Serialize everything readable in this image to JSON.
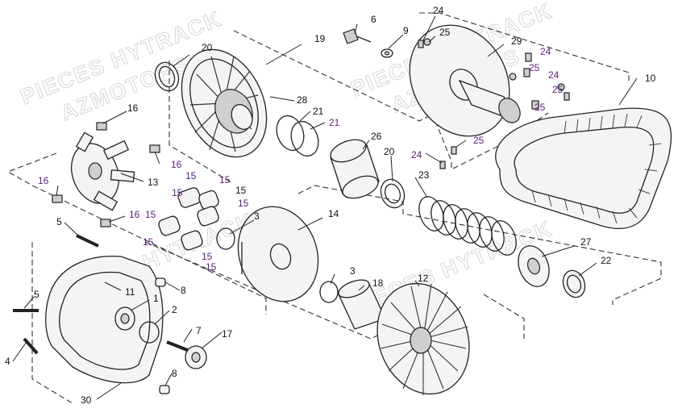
{
  "watermark": {
    "line1": "PIECES HYTRACK",
    "line2": "AZMOTORS"
  },
  "colors": {
    "callout_default": "#111111",
    "callout_alt": "#5a1f78",
    "line": "#222222"
  },
  "callouts": {
    "c1": "1",
    "c2": "2",
    "c3a": "3",
    "c3b": "3",
    "c4": "4",
    "c5a": "5",
    "c5b": "5",
    "c6": "6",
    "c7": "7",
    "c8a": "8",
    "c8b": "8",
    "c9": "9",
    "c10": "10",
    "c11": "11",
    "c12": "12",
    "c13": "13",
    "c14": "14",
    "c15a": "15",
    "c15b": "15",
    "c15c": "15",
    "c15d": "15",
    "c15e": "15",
    "c15f": "15",
    "c15g": "15",
    "c15h": "15",
    "c15i": "15",
    "c16a": "16",
    "c16b": "16",
    "c16c": "16",
    "c16d": "16",
    "c17": "17",
    "c18": "18",
    "c19": "19",
    "c20a": "20",
    "c20b": "20",
    "c21a": "21",
    "c21b": "21",
    "c22": "22",
    "c23": "23",
    "c24a": "24",
    "c24b": "24",
    "c24c": "24",
    "c24d": "24",
    "c25a": "25",
    "c25b": "25",
    "c25c": "25",
    "c25d": "25",
    "c25e": "25",
    "c26": "26",
    "c27": "27",
    "c28": "28",
    "c29": "29",
    "c30": "30"
  }
}
